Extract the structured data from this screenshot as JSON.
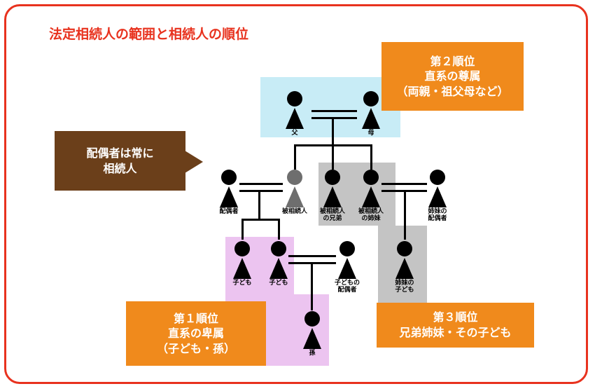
{
  "title": "法定相続人の範囲と相続人の順位",
  "spouse_note": [
    "配偶者は常に",
    "相続人"
  ],
  "rank2": [
    "第２順位",
    "直系の尊属",
    "（両親・祖父母など）"
  ],
  "rank1": [
    "第１順位",
    "直系の卑属",
    "（子ども・孫）"
  ],
  "rank3": [
    "第３順位",
    "兄弟姉妹・その子ども"
  ],
  "people": {
    "father": "父",
    "mother": "母",
    "spouse": "配偶者",
    "decedent": "被相続人",
    "brother": "被相続人の兄弟",
    "sister": "被相続人の姉妹",
    "sister_spouse": "姉妹の配偶者",
    "child1": "子ども",
    "child2": "子ども",
    "child_spouse": "子どもの配偶者",
    "sister_child": "姉妹の子ども",
    "grandchild": "孫"
  },
  "colors": {
    "accent": "#e8321e",
    "orange": "#f08a1c",
    "brown": "#6b3f1a",
    "blue": "#c8ecf6",
    "gray": "#c4c4c4",
    "pink": "#ecc4f0"
  }
}
